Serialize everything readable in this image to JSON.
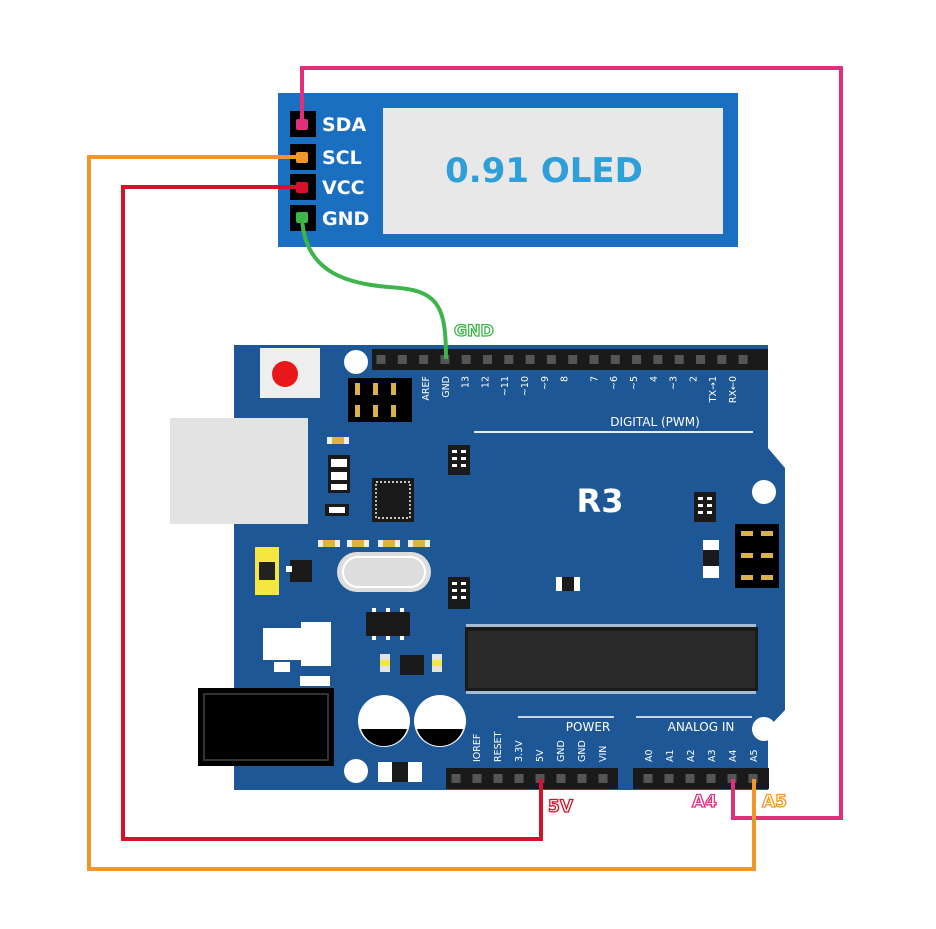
{
  "oled": {
    "title": "0.91 OLED",
    "pins": [
      "SDA",
      "SCL",
      "VCC",
      "GND"
    ]
  },
  "board": {
    "model": "R3",
    "digital_header": "DIGITAL (PWM)",
    "digital_pins": [
      "AREF",
      "GND",
      "13",
      "12",
      "~11",
      "~10",
      "~9",
      "8",
      "7",
      "~6",
      "~5",
      "4",
      "~3",
      "2",
      "TX→1",
      "RX←0"
    ],
    "power_header": "POWER",
    "power_pins": [
      "IOREF",
      "RESET",
      "3.3V",
      "5V",
      "GND",
      "GND",
      "VIN"
    ],
    "analog_header": "ANALOG IN",
    "analog_pins": [
      "A0",
      "A1",
      "A2",
      "A3",
      "A4",
      "A5"
    ]
  },
  "wire_labels": {
    "gnd": "GND",
    "v5": "5V",
    "a4": "A4",
    "a5": "A5"
  },
  "colors": {
    "board_blue": "#1e5796",
    "oled_blue": "#1a6fc0",
    "oled_title": "#2e9fd8",
    "wire_sda": "#e0307a",
    "wire_scl": "#f0962a",
    "wire_vcc": "#d8102a",
    "wire_gnd": "#3db54a"
  }
}
